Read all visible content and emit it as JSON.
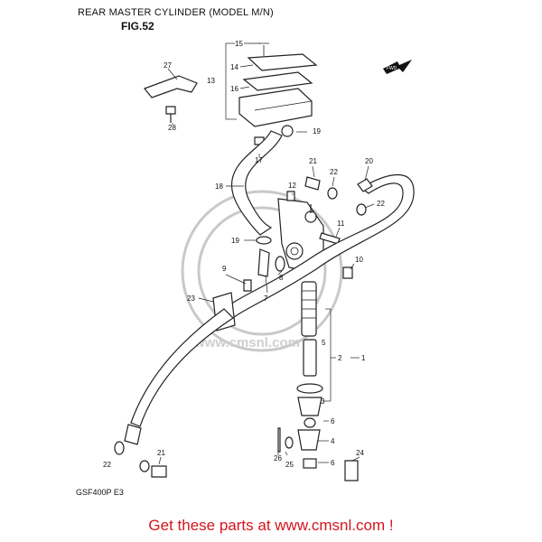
{
  "title": "REAR MASTER CYLINDER (MODEL M/N)",
  "figure": "FIG.52",
  "model_code": "GSF400P E3",
  "banner": "Get these parts at www.cmsnl.com !",
  "watermark": "www.cmsnl.com",
  "front_badge": "FWD",
  "part_numbers": {
    "n1": "1",
    "n2": "2",
    "n3": "3",
    "n4": "4",
    "n5": "5",
    "n6a": "6",
    "n6b": "6",
    "n7": "7",
    "n8": "8",
    "n9": "9",
    "n10": "10",
    "n11": "11",
    "n12": "12",
    "n13": "13",
    "n14": "14",
    "n15": "15",
    "n16": "16",
    "n17": "17",
    "n18": "18",
    "n19a": "19",
    "n19b": "19",
    "n20": "20",
    "n21a": "21",
    "n21b": "21",
    "n22a": "22",
    "n22b": "22",
    "n22c": "22",
    "n23": "23",
    "n24": "24",
    "n25": "25",
    "n26": "26",
    "n27": "27",
    "n28": "28"
  }
}
